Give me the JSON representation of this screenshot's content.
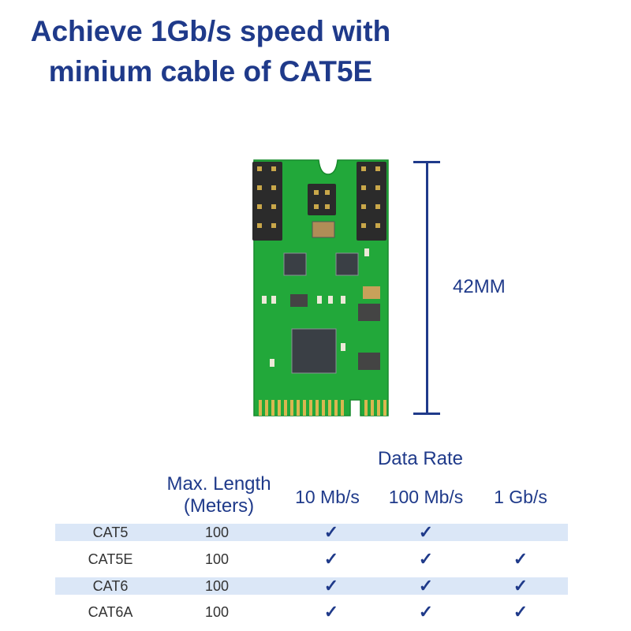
{
  "headline": {
    "line1": "Achieve 1Gb/s speed with",
    "line2": "minium cable of CAT5E"
  },
  "dimension": {
    "label": "42MM"
  },
  "colors": {
    "accent": "#1f3a8a",
    "row_shade": "#dbe7f7",
    "pcb_green": "#22a83a"
  },
  "table": {
    "group_header": "Data Rate",
    "length_header_line1": "Max. Length",
    "length_header_line2": "(Meters)",
    "rate_headers": [
      "10 Mb/s",
      "100 Mb/s",
      "1 Gb/s"
    ],
    "check_symbol": "✓",
    "rows": [
      {
        "type": "CAT5",
        "length": "100",
        "checks": [
          true,
          true,
          false
        ]
      },
      {
        "type": "CAT5E",
        "length": "100",
        "checks": [
          true,
          true,
          true
        ]
      },
      {
        "type": "CAT6",
        "length": "100",
        "checks": [
          true,
          true,
          true
        ]
      },
      {
        "type": "CAT6A",
        "length": "100",
        "checks": [
          true,
          true,
          true
        ]
      }
    ]
  }
}
